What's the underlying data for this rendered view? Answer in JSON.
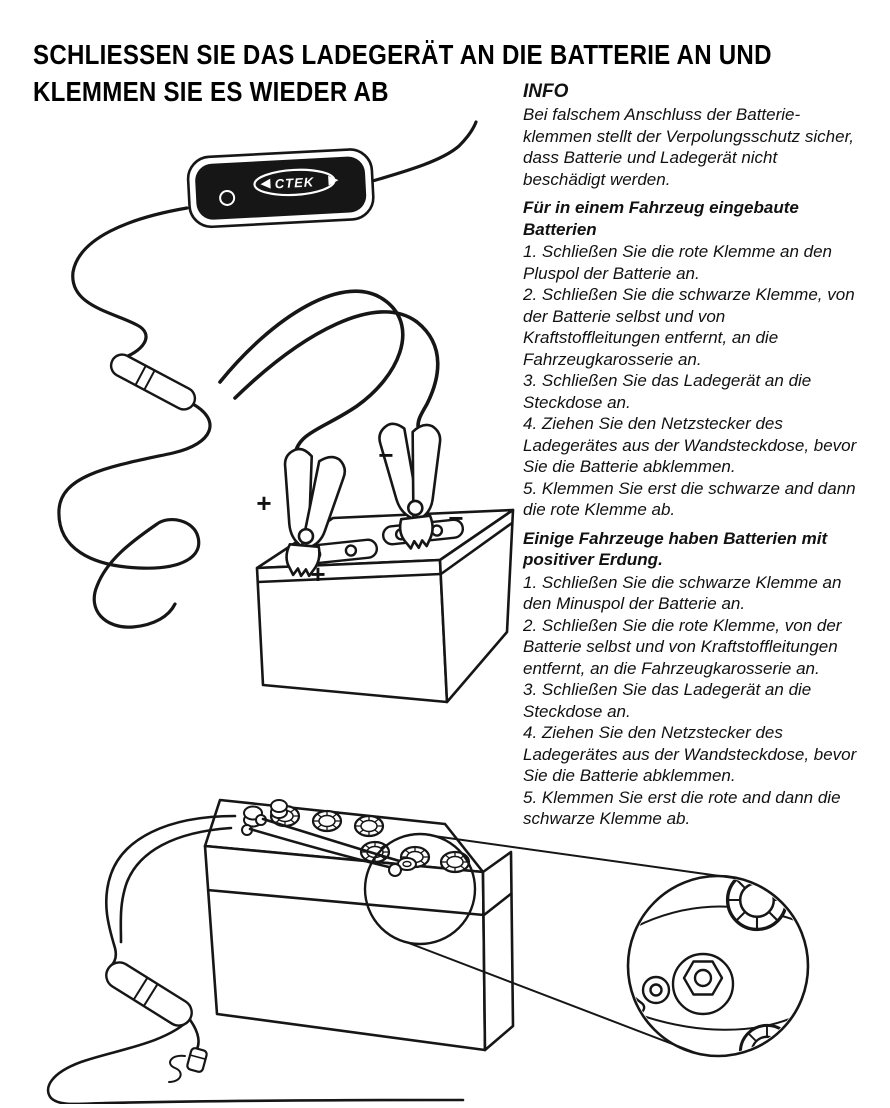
{
  "doc": {
    "title_line1": "SCHLIESSEN SIE DAS LADEGERÄT AN DIE BATTERIE AN UND",
    "title_line2": "KLEMMEN SIE ES WIEDER AB"
  },
  "info": {
    "heading": "INFO",
    "body": "Bei falschem Anschluss der Batterie-klemmen stellt der Verpolungsschutz sicher, dass Batterie und Ladegerät nicht beschädigt werden."
  },
  "sections": [
    {
      "heading": "Für in einem Fahrzeug eingebaute Batterien",
      "steps": [
        "1. Schließen Sie die rote Klemme an den Pluspol der Batterie an.",
        "2. Schließen Sie die schwarze Klemme, von der Batterie selbst und von Kraftstoffleitungen entfernt, an die Fahrzeugkarosserie an.",
        "3. Schließen Sie das Ladegerät an die Steckdose an.",
        "4. Ziehen Sie den Netzstecker des Ladegerätes aus der Wandsteckdose, bevor Sie die Batterie abklemmen.",
        "5. Klemmen Sie erst die schwarze and dann die rote Klemme ab."
      ]
    },
    {
      "heading": "Einige Fahrzeuge haben Batterien mit positiver Erdung.",
      "steps": [
        "1. Schließen Sie die schwarze Klemme an den Minuspol der Batterie an.",
        "2. Schließen Sie die rote Klemme, von der Batterie selbst und von Kraftstoffleitungen entfernt, an die Fahrzeugkarosserie an.",
        "3. Schließen Sie das Ladegerät an die Steckdose an.",
        "4. Ziehen Sie den Netzstecker des Ladegerätes aus der Wandsteckdose, bevor Sie die Batterie abklemmen.",
        "5. Klemmen Sie erst die rote and dann die schwarze Klemme ab."
      ]
    }
  ],
  "diagram": {
    "charger_brand": "CTEK",
    "positive": "+",
    "negative": "−",
    "line_color": "#161616"
  }
}
